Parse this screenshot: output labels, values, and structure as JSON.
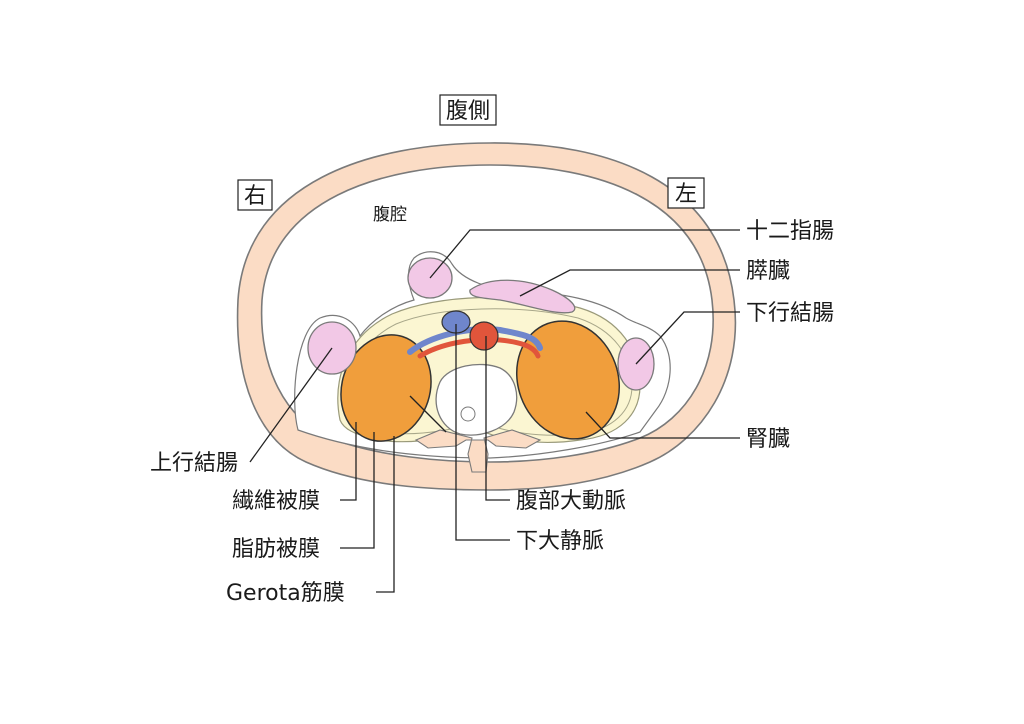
{
  "orientation": {
    "ventral": "腹側",
    "right": "右",
    "left": "左"
  },
  "regions": {
    "abdominal_cavity": "腹腔"
  },
  "labels": {
    "duodenum": "十二指腸",
    "pancreas": "膵臓",
    "descending_colon": "下行結腸",
    "kidney": "腎臓",
    "abdominal_aorta": "腹部大動脈",
    "inferior_vena_cava": "下大静脈",
    "ascending_colon": "上行結腸",
    "fibrous_capsule": "繊維被膜",
    "adipose_capsule": "脂肪被膜",
    "gerota_fascia": "Gerota筋膜"
  },
  "colors": {
    "body_wall": "#fbdcc5",
    "outline": "#7a7a7a",
    "intestine": "#f2c8e6",
    "kidney": "#f09e3c",
    "perirenal_fat": "#fbf6d2",
    "vein": "#6f86cc",
    "artery": "#e1553b"
  }
}
